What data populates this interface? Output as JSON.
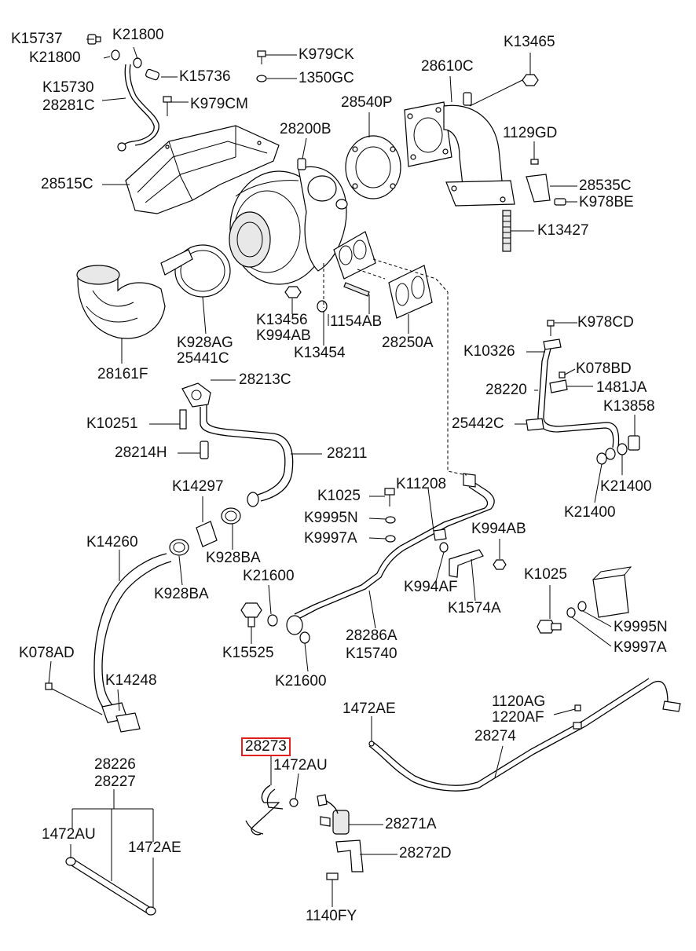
{
  "diagram": {
    "highlight_color": "#e02020",
    "labels": {
      "k15737": "K15737",
      "k21800_a": "K21800",
      "k21800_b": "K21800",
      "k15736": "K15736",
      "k15730": "K15730",
      "c28281": "28281C",
      "k979ck": "K979CK",
      "gc1350": "1350GC",
      "k979cm": "K979CM",
      "c28610": "28610C",
      "k13465": "K13465",
      "p28540": "28540P",
      "b28200": "28200B",
      "gd1129": "1129GD",
      "c28515": "28515C",
      "c28535": "28535C",
      "k978be": "K978BE",
      "k13427": "K13427",
      "k13456": "K13456",
      "k994ab_a": "K994AB",
      "ab1154": "1154AB",
      "k13454": "K13454",
      "a28250": "28250A",
      "k928ag": "K928AG",
      "c25441": "25441C",
      "f28161": "28161F",
      "c28213": "28213C",
      "k978cd": "K978CD",
      "k10326": "K10326",
      "k078bd": "K078BD",
      "n28220": "28220",
      "ja1481": "1481JA",
      "k13858": "K13858",
      "c25442": "25442C",
      "k10251": "K10251",
      "h28214": "28214H",
      "n28211": "28211",
      "k21400_a": "K21400",
      "k21400_b": "K21400",
      "k14297": "K14297",
      "k1025_a": "K1025",
      "k11208": "K11208",
      "k9995n_a": "K9995N",
      "k9997a_a": "K9997A",
      "k994ab_b": "K994AB",
      "k14260": "K14260",
      "k928ba_a": "K928BA",
      "k928ba_b": "K928BA",
      "k21600_a": "K21600",
      "k994af": "K994AF",
      "k1574a": "K1574A",
      "k1025_b": "K1025",
      "k078ad": "K078AD",
      "k15525": "K15525",
      "a28286": "28286A",
      "k15740": "K15740",
      "k9995n_b": "K9995N",
      "k9997a_b": "K9997A",
      "k14248": "K14248",
      "k21600_b": "K21600",
      "ae1472_a": "1472AE",
      "ag1120": "1120AG",
      "af1220": "1220AF",
      "n28274": "28274",
      "n28273": "28273",
      "au1472_a": "1472AU",
      "n28226": "28226",
      "n28227": "28227",
      "a28271": "28271A",
      "au1472_b": "1472AU",
      "ae1472_b": "1472AE",
      "d28272": "28272D",
      "fy1140": "1140FY"
    }
  }
}
